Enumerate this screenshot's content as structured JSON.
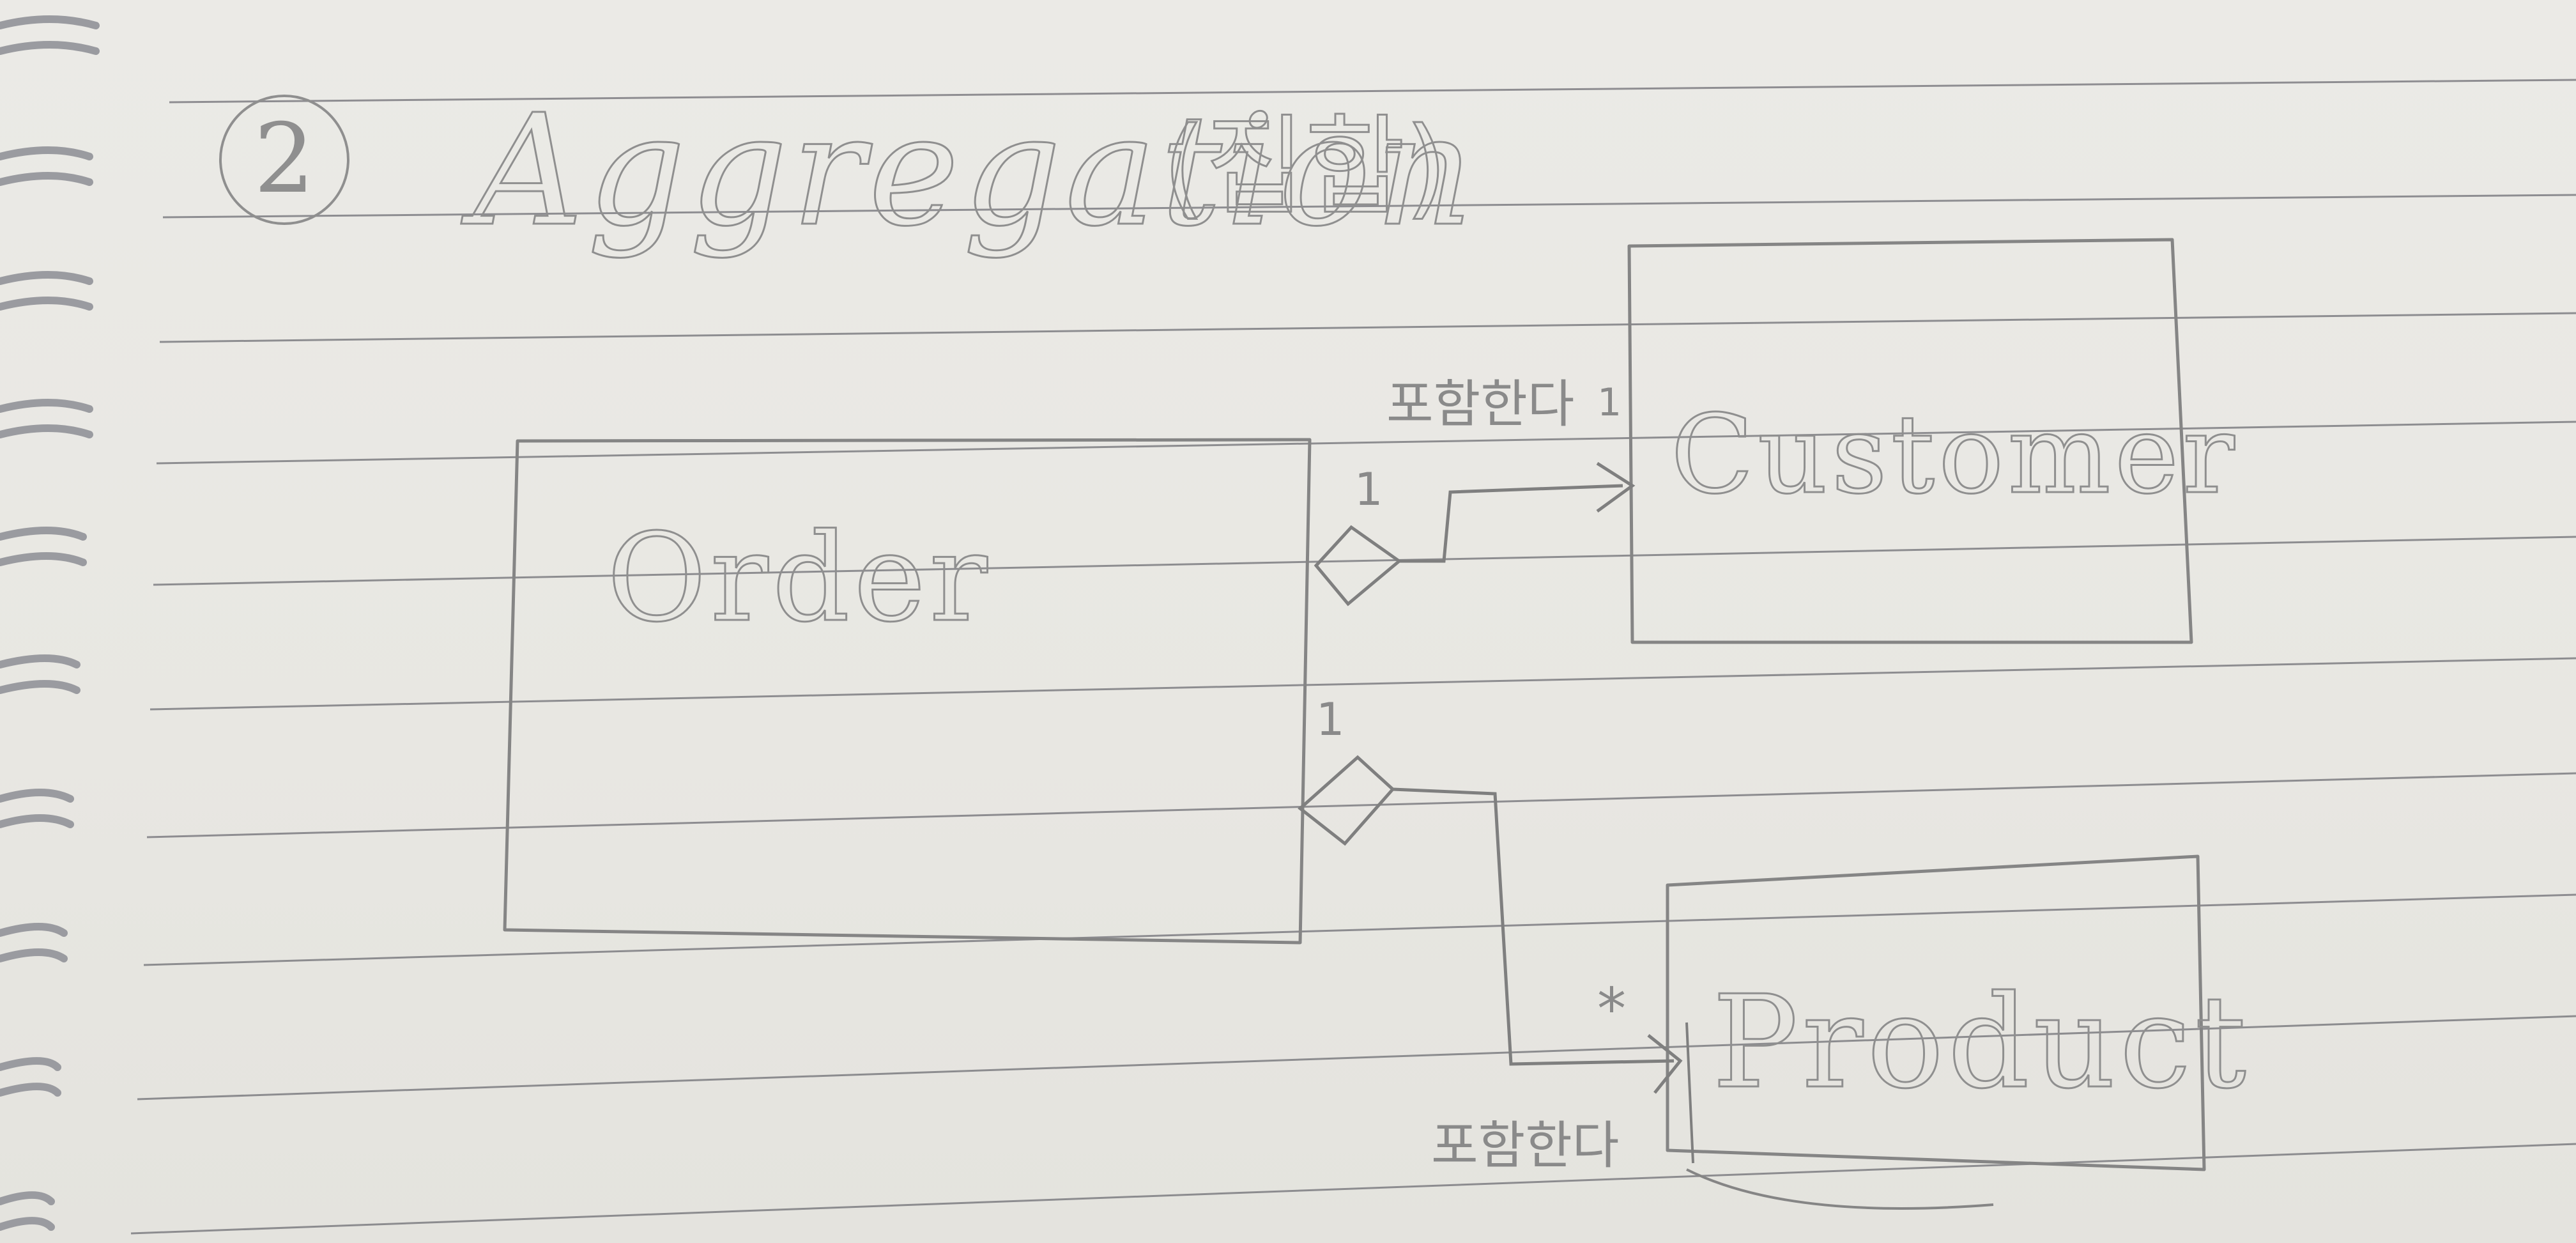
{
  "heading": {
    "number": "②",
    "title": "Aggregation",
    "korean": "(집합)"
  },
  "classes": {
    "order": "Order",
    "customer": "Customer",
    "product": "Product"
  },
  "relations": {
    "customer": {
      "label": "포함한다",
      "source_multiplicity": "1",
      "target_multiplicity": "1"
    },
    "product": {
      "label": "포함한다",
      "source_multiplicity": "1",
      "target_multiplicity": "*"
    }
  },
  "colors": {
    "paper": "#e9e8e3",
    "rule_line": "#6f6f75",
    "pencil": "#8c8c8c",
    "spiral": "#9a9ba0"
  }
}
